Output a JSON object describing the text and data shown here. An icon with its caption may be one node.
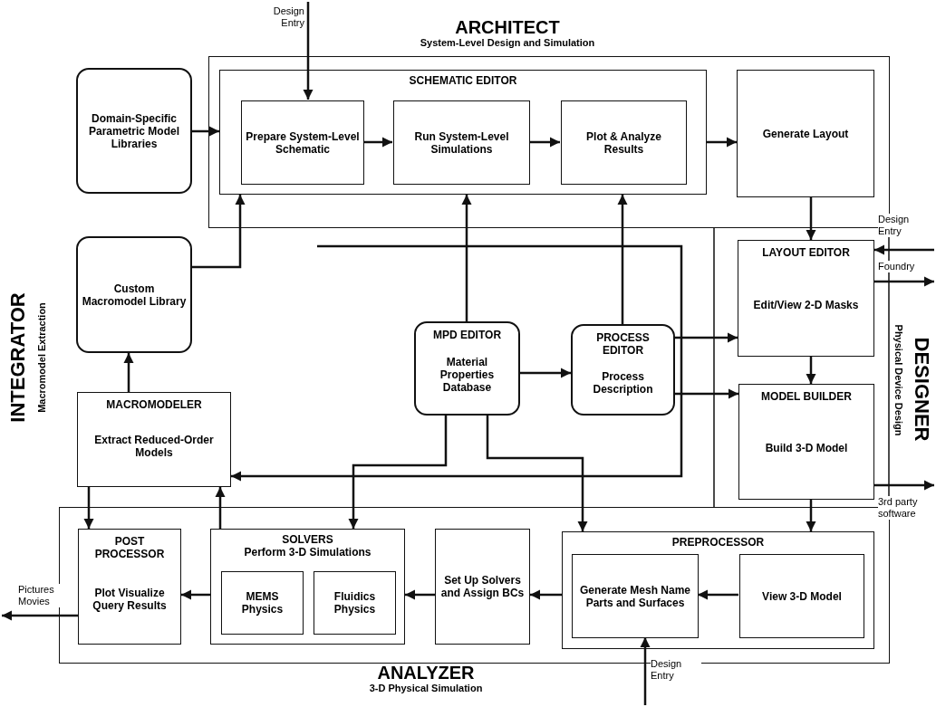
{
  "diagram": {
    "nodes": [
      {
        "text": [
          "ARCHITECT",
          "System-Level Design and Simulation"
        ]
      },
      {
        "text": [
          "SCHEMATIC EDITOR"
        ],
        "in": 0
      },
      {
        "text": [
          "Prepare System-Level Schematic"
        ],
        "in": 1
      },
      {
        "text": [
          "Run System-Level Simulations"
        ],
        "in": 1
      },
      {
        "text": [
          "Plot & Analyze Results"
        ],
        "in": 1
      },
      {
        "text": [
          "Generate Layout"
        ],
        "in": 0
      },
      {
        "text": [
          "Domain-Specific Parametric Model Libraries"
        ]
      },
      {
        "text": [
          "Custom Macromodel Library"
        ]
      },
      {
        "text": [
          "MACROMODELER",
          "Extract Reduced-Order Models"
        ]
      },
      {
        "text": [
          "MPD EDITOR",
          "Material Properties Database"
        ]
      },
      {
        "text": [
          "PROCESS EDITOR",
          "Process Description"
        ]
      },
      {
        "text": [
          "LAYOUT EDITOR",
          "Edit/View 2-D Masks"
        ]
      },
      {
        "text": [
          "MODEL BUILDER",
          "Build 3-D Model"
        ]
      },
      {
        "text": [
          "ANALYZER",
          "3-D Physical Simulation"
        ]
      },
      {
        "text": [
          "POST PROCESSOR",
          "Plot Visualize Query Results"
        ],
        "in": 13
      },
      {
        "text": [
          "SOLVERS",
          "Perform 3-D Simulations"
        ],
        "in": 13
      },
      {
        "text": [
          "MEMS Physics"
        ],
        "in": 15
      },
      {
        "text": [
          "Fluidics Physics"
        ],
        "in": 15
      },
      {
        "text": [
          "Set Up Solvers and Assign BCs"
        ],
        "in": 13
      },
      {
        "text": [
          "PREPROCESSOR"
        ],
        "in": 13
      },
      {
        "text": [
          "Generate Mesh Name Parts and Surfaces"
        ],
        "in": 19
      },
      {
        "text": [
          "View 3-D Model"
        ],
        "in": 19
      }
    ],
    "edges": [
      {
        "from": null,
        "to": 2,
        "arrow": "to",
        "label": "Design Entry"
      },
      {
        "from": 6,
        "to": 1,
        "arrow": "to"
      },
      {
        "from": 2,
        "to": 3,
        "arrow": "to"
      },
      {
        "from": 3,
        "to": 4,
        "arrow": "to"
      },
      {
        "from": 1,
        "to": 5,
        "arrow": "to"
      },
      {
        "from": 7,
        "to": 1,
        "arrow": "to"
      },
      {
        "from": 9,
        "to": 1,
        "arrow": "to"
      },
      {
        "from": 10,
        "to": 1,
        "arrow": "to"
      },
      {
        "from": 5,
        "to": 11,
        "arrow": "to"
      },
      {
        "from": null,
        "to": 11,
        "arrow": "to",
        "label": "Design Entry"
      },
      {
        "from": 11,
        "to": null,
        "arrow": "to",
        "label": "Foundry"
      },
      {
        "from": 8,
        "to": 7,
        "arrow": "to"
      },
      {
        "from": 9,
        "to": 10,
        "arrow": "to"
      },
      {
        "from": 10,
        "to": 11,
        "arrow": "to"
      },
      {
        "from": 10,
        "to": 12,
        "arrow": "to"
      },
      {
        "from": 11,
        "to": 12,
        "arrow": "to"
      },
      {
        "from": null,
        "to": 8,
        "arrow": "to"
      },
      {
        "from": 9,
        "to": 15,
        "arrow": "to"
      },
      {
        "from": 9,
        "to": 19,
        "arrow": "to"
      },
      {
        "from": 12,
        "to": null,
        "arrow": "to",
        "label": "3rd party software"
      },
      {
        "from": 12,
        "to": 19,
        "arrow": "to"
      },
      {
        "from": 8,
        "to": 14,
        "arrow": "to"
      },
      {
        "from": 15,
        "to": 8,
        "arrow": "to"
      },
      {
        "from": 21,
        "to": 20,
        "arrow": "to"
      },
      {
        "from": 19,
        "to": 18,
        "arrow": "to"
      },
      {
        "from": 18,
        "to": 15,
        "arrow": "to"
      },
      {
        "from": 15,
        "to": 14,
        "arrow": "to"
      },
      {
        "from": 14,
        "to": null,
        "arrow": "to",
        "label": "Pictures Movies"
      },
      {
        "from": null,
        "to": 20,
        "arrow": "to",
        "label": "Design Entry"
      }
    ],
    "labels": [
      "INTEGRATOR",
      "Macromodel Extraction",
      "DESIGNER",
      "Physical Device Design"
    ]
  }
}
